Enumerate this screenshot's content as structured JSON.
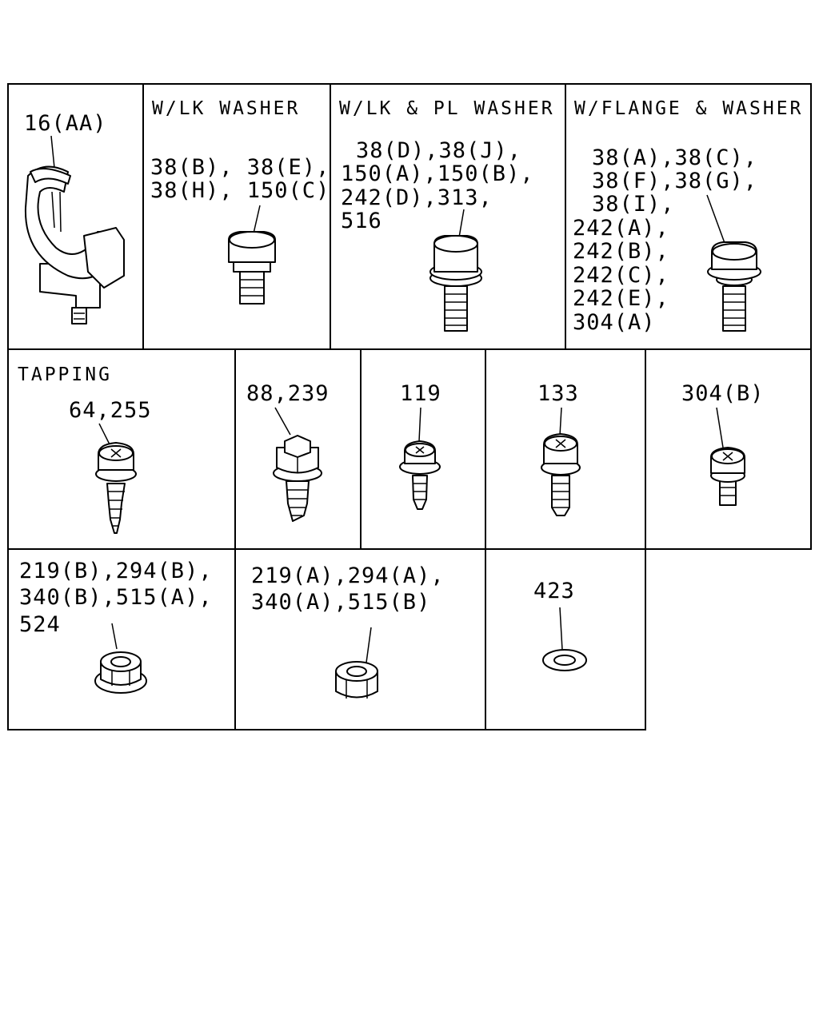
{
  "cells": {
    "clip": {
      "labels": [
        "16(AA)"
      ]
    },
    "lk_washer": {
      "header": "W/LK WASHER",
      "labels": [
        "38(B), 38(E),",
        "38(H), 150(C)"
      ]
    },
    "lk_pl_washer": {
      "header": "W/LK & PL WASHER",
      "labels": [
        "38(D),38(J),",
        "150(A),150(B),",
        "242(D),313,",
        "516"
      ]
    },
    "flange_washer": {
      "header": "W/FLANGE & WASHER",
      "labels": [
        "38(A),38(C),",
        "38(F),38(G),",
        "38(I),",
        "242(A),",
        "242(B),",
        "242(C),",
        "242(E),",
        "304(A)"
      ]
    },
    "tapping": {
      "header": "TAPPING",
      "labels": [
        "64,255"
      ]
    },
    "hex_tapping": {
      "labels": [
        "88,239"
      ]
    },
    "screw_119": {
      "labels": [
        "119"
      ]
    },
    "screw_133": {
      "labels": [
        "133"
      ]
    },
    "screw_304b": {
      "labels": [
        "304(B)"
      ]
    },
    "flange_nut": {
      "labels": [
        "219(B),294(B),",
        "340(B),515(A),",
        "524"
      ]
    },
    "hex_nut": {
      "labels": [
        "219(A),294(A),",
        "340(A),515(B)"
      ]
    },
    "washer": {
      "labels": [
        "423"
      ]
    }
  },
  "icons": [
    "pipe-clip-icon",
    "bolt-lock-washer-icon",
    "bolt-lock-plain-washer-icon",
    "flange-bolt-washer-icon",
    "tapping-screw-icon",
    "hex-tapping-screw-icon",
    "pan-screw-washer-icon",
    "pan-screw-icon",
    "short-pan-screw-icon",
    "flange-nut-icon",
    "hex-nut-icon",
    "flat-washer-icon"
  ]
}
